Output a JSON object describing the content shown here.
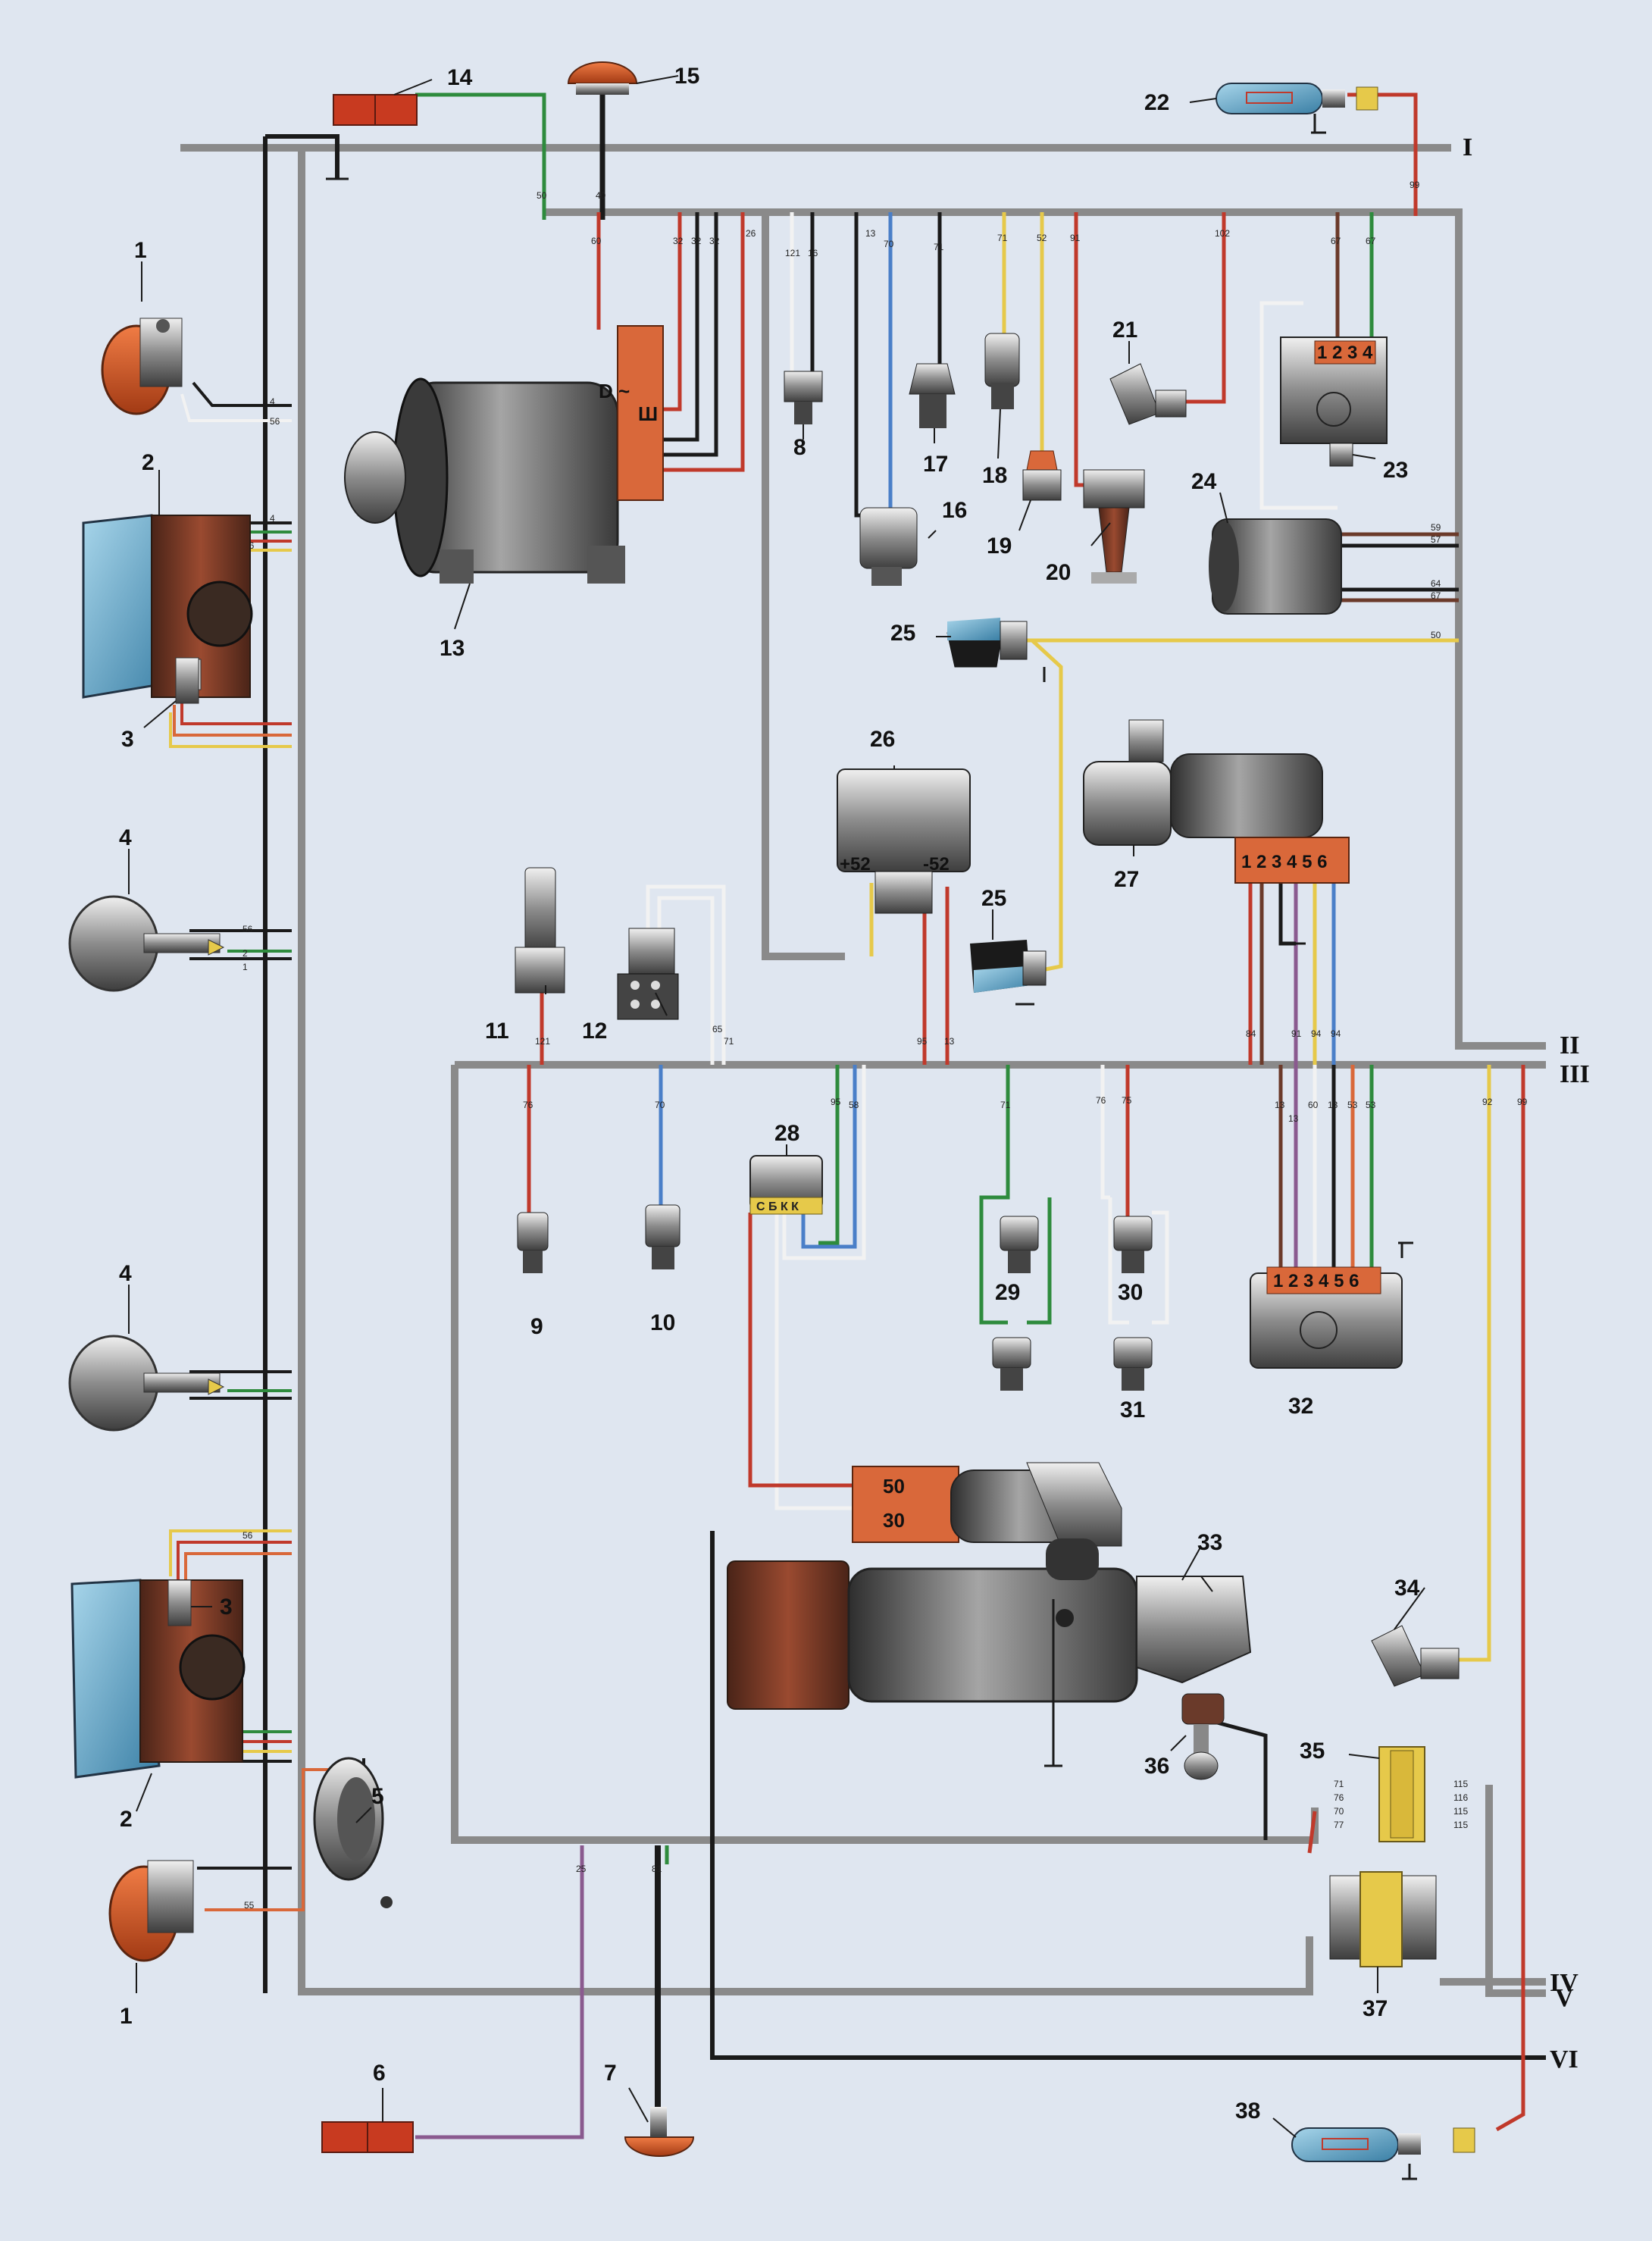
{
  "colors": {
    "background": "#dfe6f0",
    "harness": "#8a8a8a",
    "red": "#c0392b",
    "green": "#2e8b3d",
    "yellow": "#e6c94a",
    "blue": "#4a7fc8",
    "black": "#1a1a1a",
    "brown": "#6b3a2a",
    "white": "#f2f2f2",
    "violet": "#8a5a8f",
    "orange": "#d9683a"
  },
  "bus_labels": [
    "I",
    "II",
    "III",
    "IV",
    "V",
    "VI"
  ],
  "callouts": [
    "1",
    "2",
    "3",
    "4",
    "5",
    "6",
    "7",
    "8",
    "9",
    "10",
    "11",
    "12",
    "13",
    "14",
    "15",
    "16",
    "17",
    "18",
    "19",
    "20",
    "21",
    "22",
    "23",
    "24",
    "25",
    "26",
    "27",
    "28",
    "29",
    "30",
    "31",
    "32",
    "33",
    "34",
    "35",
    "36",
    "37",
    "38"
  ],
  "pin_labels": {
    "c23": "1 2 3 4",
    "c27": "1 2 3 4 5 6",
    "c32": "1 2 3 4 5 6",
    "c28": "С Б К К",
    "c26_left": "+52",
    "c26_right": "-52",
    "gen_d": "D ~",
    "gen_w": "Ш",
    "starter_50": "50",
    "starter_30": "30"
  },
  "wire_numbers": {
    "top": [
      "60",
      "32",
      "32",
      "32",
      "26",
      "121",
      "16",
      "13",
      "70",
      "71",
      "71",
      "52",
      "91",
      "102",
      "67",
      "67",
      "50",
      "40",
      "99"
    ],
    "middle": [
      "65",
      "71",
      "95",
      "13",
      "121",
      "84",
      "91",
      "94",
      "94"
    ],
    "lower": [
      "76",
      "70",
      "95",
      "58",
      "71",
      "76",
      "75",
      "13",
      "13",
      "60",
      "13",
      "53",
      "53",
      "92",
      "99"
    ],
    "right_edge": [
      "59",
      "57",
      "64",
      "67",
      "50"
    ],
    "left_edge": [
      "4",
      "56",
      "56",
      "4",
      "2",
      "1",
      "56",
      "56",
      "4",
      "55"
    ],
    "blocks": [
      "71",
      "76",
      "70",
      "77",
      "115",
      "116",
      "115",
      "115"
    ],
    "bottom": [
      "25",
      "81"
    ]
  }
}
